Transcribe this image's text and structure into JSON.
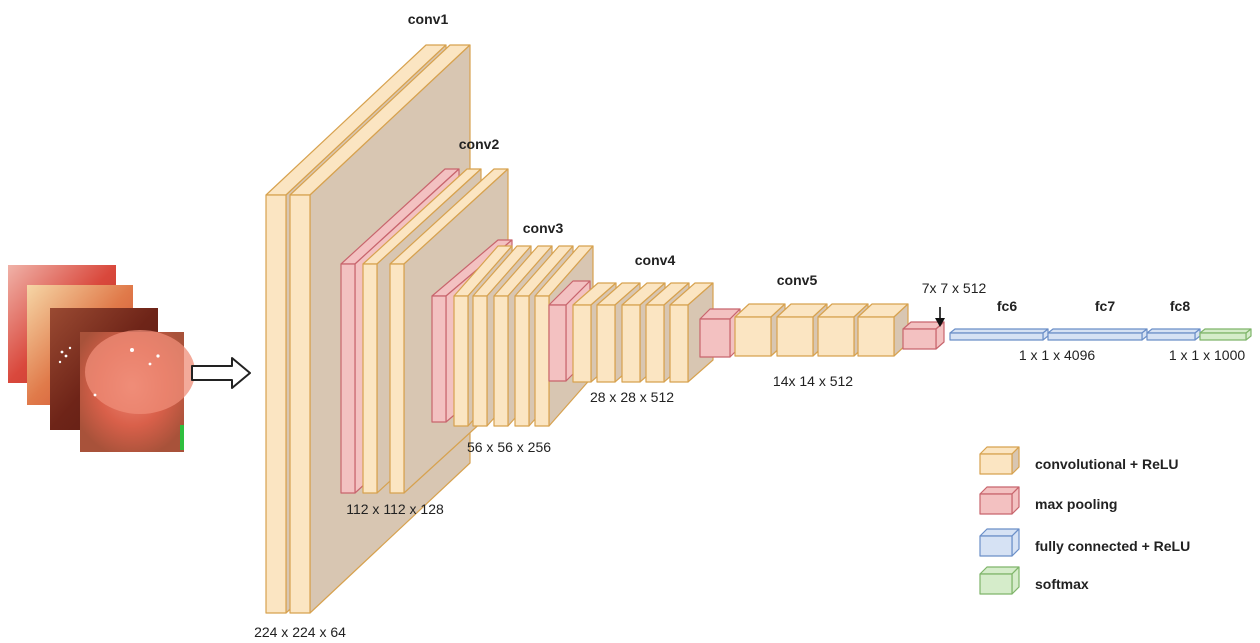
{
  "colors": {
    "conv_face": "#fbe5c2",
    "conv_edge": "#d7a24f",
    "conv_side": "#d8c6b2",
    "pool_face": "#f3c1c1",
    "pool_edge": "#c8656d",
    "fc_face": "#d6e2f4",
    "fc_edge": "#6b8fc8",
    "softmax_face": "#d5ecca",
    "softmax_edge": "#7fb56a"
  },
  "stages": {
    "conv1": "conv1",
    "conv2": "conv2",
    "conv3": "conv3",
    "conv4": "conv4",
    "conv5": "conv5",
    "fc6": "fc6",
    "fc7": "fc7",
    "fc8": "fc8"
  },
  "dims": {
    "d1": "224 x 224 x 64",
    "d2": "112 x 112 x 128",
    "d3": "56 x 56 x 256",
    "d4": "28 x 28 x 512",
    "d5": "14x 14 x 512",
    "d6": "7x 7 x 512",
    "d7": "1 x 1 x 4096",
    "d8": "1 x 1 x 1000"
  },
  "legend": [
    {
      "label": "convolutional + ReLU",
      "kind": "conv"
    },
    {
      "label": "max pooling",
      "kind": "pool"
    },
    {
      "label": "fully connected + ReLU",
      "kind": "fc"
    },
    {
      "label": "softmax",
      "kind": "softmax"
    }
  ]
}
